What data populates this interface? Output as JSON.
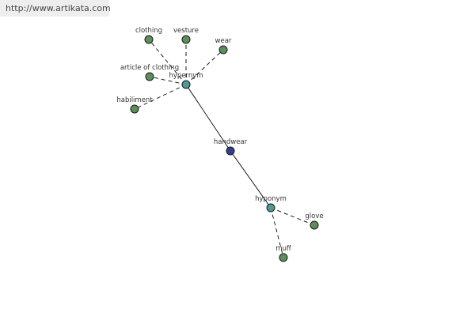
{
  "site": {
    "url": "http://www.artikata.com"
  },
  "colors": {
    "leaf": "#5c8f5c",
    "relation": "#4e9a96",
    "center": "#2f3f8a",
    "edge": "#000000"
  },
  "graph": {
    "nodes": [
      {
        "id": "handwear",
        "label": "handwear",
        "kind": "center"
      },
      {
        "id": "hypernym",
        "label": "hypernym",
        "kind": "relation"
      },
      {
        "id": "hyponym",
        "label": "hyponym",
        "kind": "relation"
      },
      {
        "id": "clothing",
        "label": "clothing",
        "kind": "leaf"
      },
      {
        "id": "vesture",
        "label": "vesture",
        "kind": "leaf"
      },
      {
        "id": "wear",
        "label": "wear",
        "kind": "leaf"
      },
      {
        "id": "article-of-clothing",
        "label": "article of clothing",
        "kind": "leaf"
      },
      {
        "id": "habiliment",
        "label": "habiliment",
        "kind": "leaf"
      },
      {
        "id": "glove",
        "label": "glove",
        "kind": "leaf"
      },
      {
        "id": "muff",
        "label": "muff",
        "kind": "leaf"
      }
    ],
    "edges": [
      {
        "from": "hypernym",
        "to": "handwear",
        "style": "solid"
      },
      {
        "from": "handwear",
        "to": "hyponym",
        "style": "solid"
      },
      {
        "from": "hypernym",
        "to": "clothing",
        "style": "dashed"
      },
      {
        "from": "hypernym",
        "to": "vesture",
        "style": "dashed"
      },
      {
        "from": "hypernym",
        "to": "wear",
        "style": "dashed"
      },
      {
        "from": "hypernym",
        "to": "article-of-clothing",
        "style": "dashed"
      },
      {
        "from": "hypernym",
        "to": "habiliment",
        "style": "dashed"
      },
      {
        "from": "hyponym",
        "to": "glove",
        "style": "dashed"
      },
      {
        "from": "hyponym",
        "to": "muff",
        "style": "dashed"
      }
    ]
  }
}
